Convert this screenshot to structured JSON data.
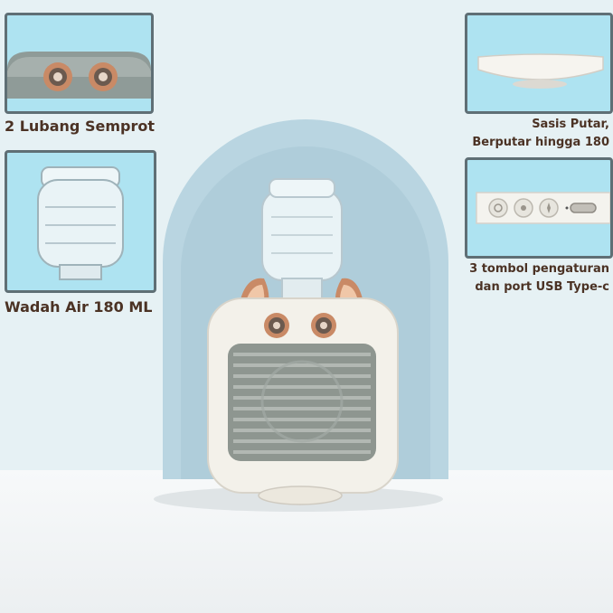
{
  "captions": {
    "top_left": "2 Lubang Semprot",
    "mid_left": "Wadah Air 180 ML",
    "top_right_line1": "Sasis Putar,",
    "top_right_line2": "Berputar hingga 180",
    "mid_right_line1": "3 tombol pengaturan",
    "mid_right_line2": "dan port USB Type-c"
  },
  "colors": {
    "background": "#e6f1f4",
    "arch": "#b6d3df",
    "panel": "#aee3f1",
    "panel_border": "#5f6f75",
    "caption_text": "#4b3224",
    "device_body": "#f3f1ea",
    "grille": "#8e9690",
    "ears": "#c98a66"
  }
}
